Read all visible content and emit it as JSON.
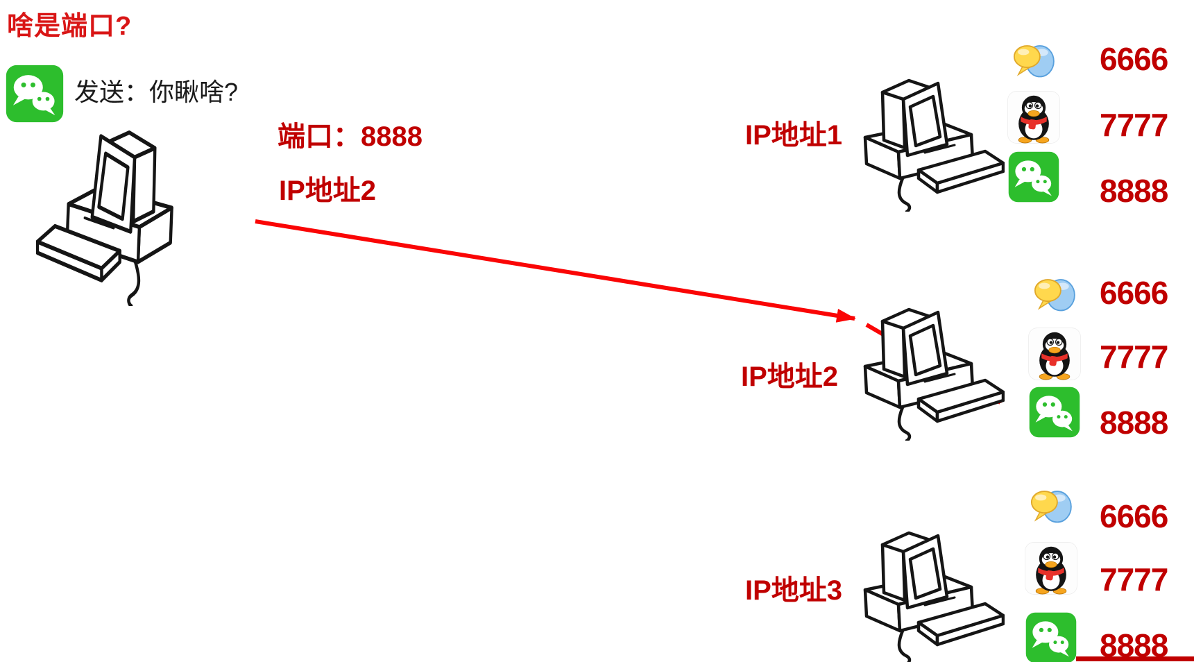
{
  "title": "啥是端口?",
  "colors": {
    "title_red": "#d91616",
    "label_red": "#c00000",
    "arrow_red": "#fa0505",
    "wechat_green": "#2dbe2d"
  },
  "sender": {
    "app": "wechat",
    "message": "发送：你瞅啥?",
    "port_label": "端口：8888",
    "ip_label": "IP地址2"
  },
  "hosts": [
    {
      "ip": "IP地址1",
      "ports": [
        {
          "app": "chat-bubbles",
          "port": "6666"
        },
        {
          "app": "qq",
          "port": "7777"
        },
        {
          "app": "wechat",
          "port": "8888"
        }
      ]
    },
    {
      "ip": "IP地址2",
      "ports": [
        {
          "app": "chat-bubbles",
          "port": "6666"
        },
        {
          "app": "qq",
          "port": "7777"
        },
        {
          "app": "wechat",
          "port": "8888"
        }
      ]
    },
    {
      "ip": "IP地址3",
      "ports": [
        {
          "app": "chat-bubbles",
          "port": "6666"
        },
        {
          "app": "qq",
          "port": "7777"
        },
        {
          "app": "wechat",
          "port": "8888"
        }
      ]
    }
  ]
}
